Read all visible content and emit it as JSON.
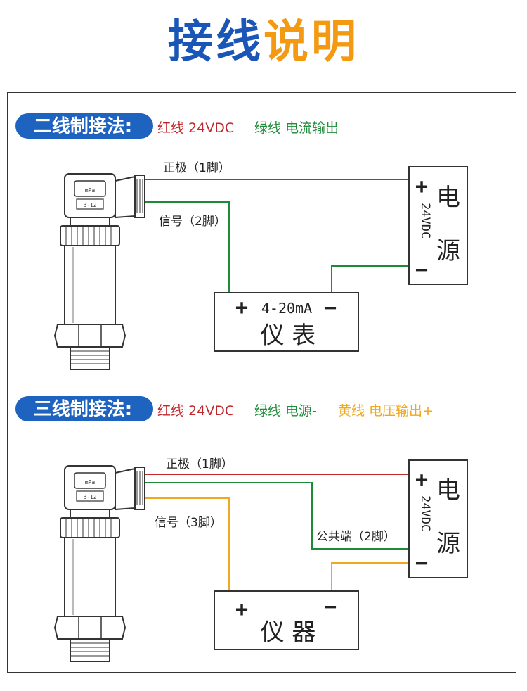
{
  "title": {
    "part1": "接线",
    "part2": "说明"
  },
  "colors": {
    "red": "#c0262b",
    "green": "#1e8a3a",
    "yellow": "#f0a81e",
    "badge": "#1f63c0",
    "title_blue": "#1a56b8",
    "title_orange": "#f39a12"
  },
  "section1": {
    "badge": "二线制接法:",
    "legend": [
      {
        "text": "红线 24VDC",
        "color": "red"
      },
      {
        "text": "绿线 电流输出",
        "color": "green"
      }
    ],
    "label_positive": "正极（1脚）",
    "label_signal": "信号（2脚）",
    "power": {
      "name1": "电",
      "name2": "源",
      "plus": "+",
      "minus": "−",
      "voltage": "24VDC"
    },
    "meter": {
      "plus": "+",
      "range": "4-20mA",
      "minus": "−",
      "name": "仪 表"
    },
    "sensor": {
      "unit": "mPa",
      "tag": "B-12"
    }
  },
  "section2": {
    "badge": "三线制接法:",
    "legend": [
      {
        "text": "红线 24VDC",
        "color": "red"
      },
      {
        "text": "绿线 电源-",
        "color": "green"
      },
      {
        "text": "黄线 电压输出+",
        "color": "yellow"
      }
    ],
    "label_positive": "正极（1脚）",
    "label_signal": "信号（3脚）",
    "label_common": "公共端（2脚）",
    "power": {
      "name1": "电",
      "name2": "源",
      "plus": "+",
      "minus": "−",
      "voltage": "24VDC"
    },
    "meter": {
      "plus": "+",
      "minus": "−",
      "name": "仪 器"
    },
    "sensor": {
      "unit": "mPa",
      "tag": "B-12"
    }
  }
}
